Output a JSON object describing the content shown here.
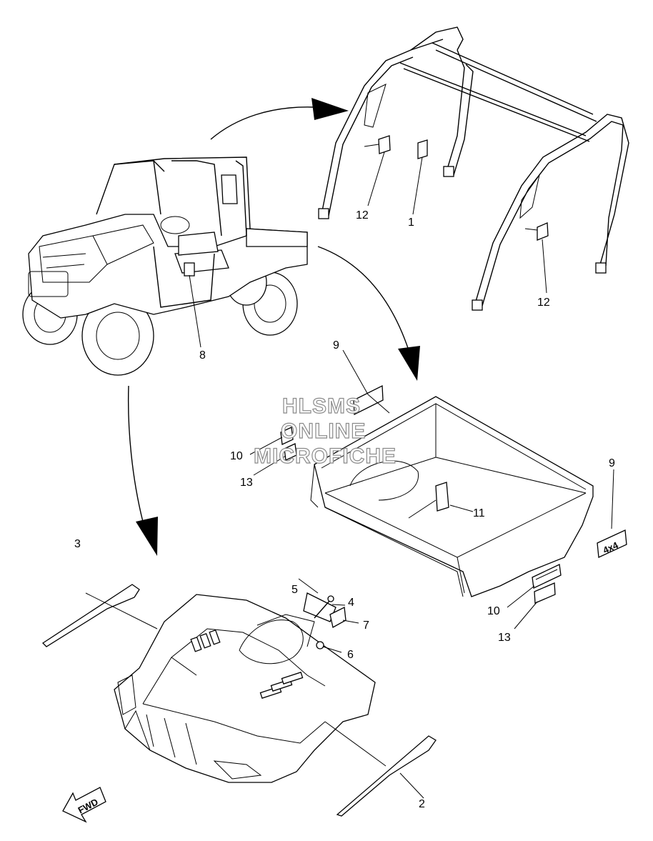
{
  "callouts": {
    "c1": "1",
    "c2": "2",
    "c3": "3",
    "c4": "4",
    "c5": "5",
    "c6": "6",
    "c7": "7",
    "c8": "8",
    "c9a": "9",
    "c9b": "9",
    "c10a": "10",
    "c10b": "10",
    "c11": "11",
    "c12a": "12",
    "c12b": "12",
    "c13a": "13",
    "c13b": "13"
  },
  "watermark": {
    "line1": "HLSMS",
    "line2": "ONLINE",
    "line3": "MICROFICHE"
  },
  "emblem": {
    "badge_text": "4x4",
    "fwd_text": "FWD"
  }
}
